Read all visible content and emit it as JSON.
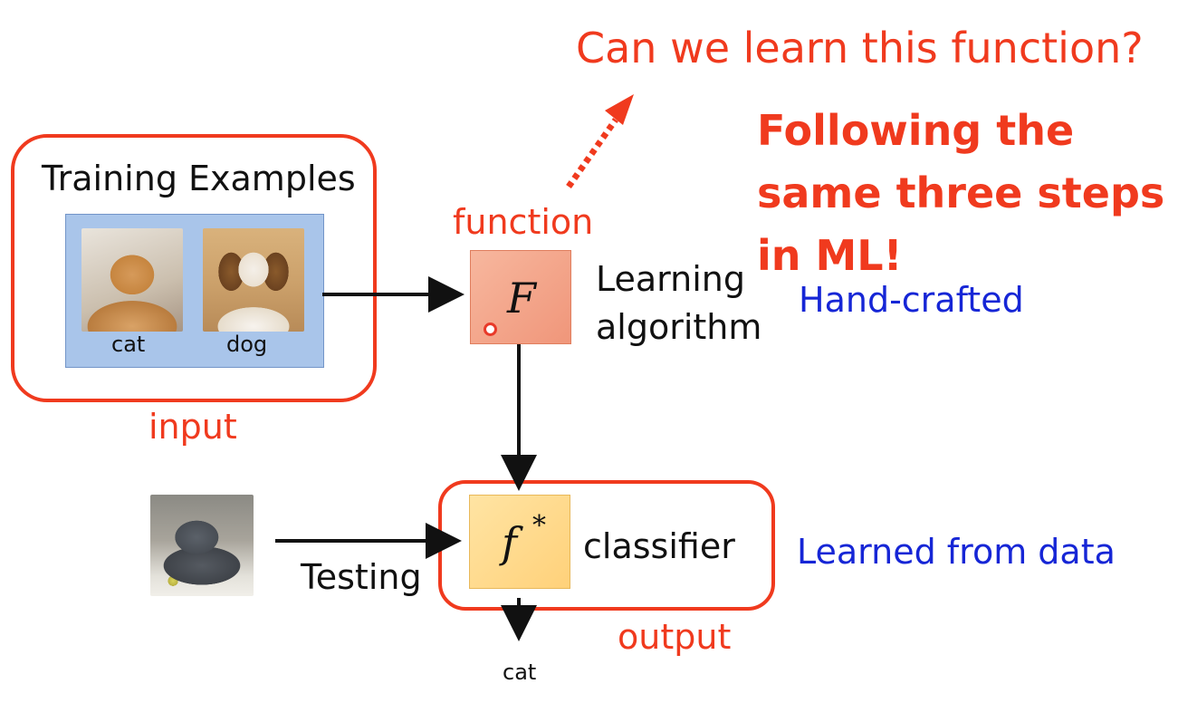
{
  "headline": {
    "question": "Can we learn this function?",
    "emphasis": "Following the same three steps in ML!"
  },
  "input": {
    "title": "Training Examples",
    "examples": [
      {
        "label": "cat"
      },
      {
        "label": "dog"
      }
    ],
    "caption": "input"
  },
  "learner": {
    "caption": "function",
    "symbol": "F",
    "label": "Learning algorithm",
    "note": "Hand-crafted"
  },
  "classifier": {
    "symbol": "f",
    "symbol_sup": "*",
    "label": "classifier",
    "note": "Learned from data",
    "caption": "output"
  },
  "testing": {
    "label": "Testing",
    "result": "cat"
  },
  "colors": {
    "emphasis_red": "#f03a1e",
    "note_blue": "#1626d6",
    "learner_box": "#f4a488",
    "classifier_box": "#ffdb8f",
    "photo_panel": "#a9c5ea"
  }
}
